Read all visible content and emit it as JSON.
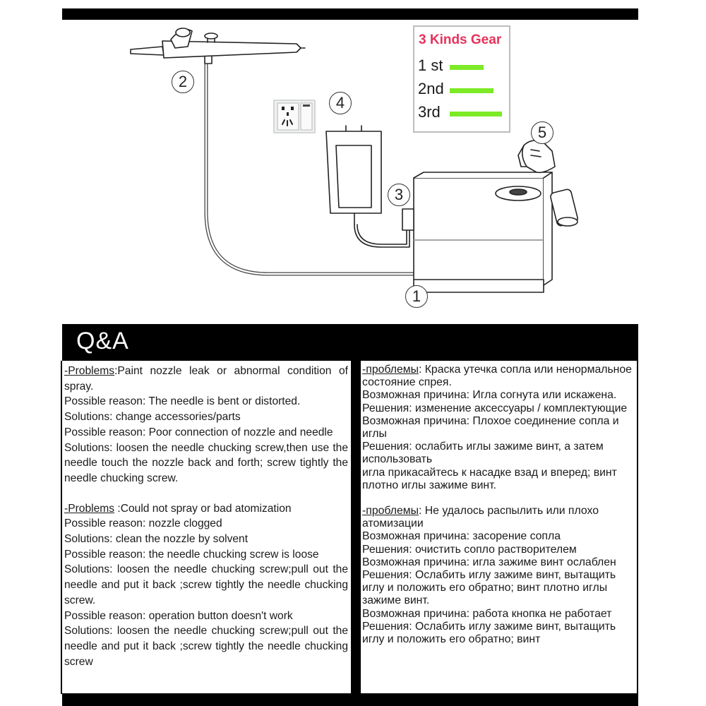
{
  "gear_legend": {
    "title": "3 Kinds Gear",
    "items": [
      {
        "label": "1 st",
        "level": 1
      },
      {
        "label": "2nd",
        "level": 2
      },
      {
        "label": "3rd",
        "level": 3
      }
    ],
    "bar_color": "#7dea26",
    "title_color": "#e8315b"
  },
  "callouts": [
    "1",
    "2",
    "3",
    "4",
    "5"
  ],
  "qa": {
    "heading": "Q&A",
    "english": {
      "block1": {
        "label": "-Problems",
        "title": "Paint nozzle leak or abnormal condition of spray.",
        "reason1": "Possible reason: The needle is bent or distorted.",
        "solution1": "Solutions: change accessories/parts",
        "reason2": "Possible reason: Poor connection of nozzle and needle",
        "solution2": "Solutions: loosen the needle chucking screw,then use the needle touch the nozzle back and forth; screw tightly the needle chucking screw."
      },
      "block2": {
        "label": "-Problems",
        "title": " :Could not spray or bad atomization",
        "reason1": "Possible reason: nozzle clogged",
        "solution1": "Solutions: clean the nozzle by solvent",
        "reason2": "Possible reason: the needle chucking screw is loose",
        "solution2": "Solutions: loosen the needle chucking screw;pull out the needle and put it back ;screw tightly the needle chucking screw.",
        "reason3": "Possible reason: operation button doesn't work",
        "solution3": "Solutions: loosen the needle chucking screw;pull out the needle and put it back ;screw tightly the needle chucking screw"
      }
    },
    "russian": {
      "block1": {
        "label": "-проблемы",
        "title": ": Краска утечка сопла или ненормальное состояние спрея.",
        "reason1": "Возможная причина: Игла согнута или искажена.",
        "solution1": "Решения: изменение аксессуары / комплектующие",
        "reason2": "Возможная причина: Плохое соединение сопла и иглы",
        "solution2": "Решения: ослабить иглы зажиме винт, а затем использовать",
        "solution2b": "игла прикасайтесь к насадке взад и вперед; винт плотно иглы зажиме винт."
      },
      "block2": {
        "label": "-проблемы",
        "title": ": Не удалось распылить или плохо атомизации",
        "reason1": "Возможная причина: засорение сопла",
        "solution1": "Решения: очистить сопло растворителем",
        "reason2": "Возможная причина: игла зажиме винт ослаблен",
        "solution2": "Решения: Ослабить иглу зажиме винт, вытащить иглу и положить его обратно; винт плотно иглы зажиме винт.",
        "reason3": "Возможная причина: работа кнопка не работает",
        "solution3": "Решения: Ослабить иглу зажиме винт, вытащить иглу и положить его обратно; винт"
      }
    }
  }
}
